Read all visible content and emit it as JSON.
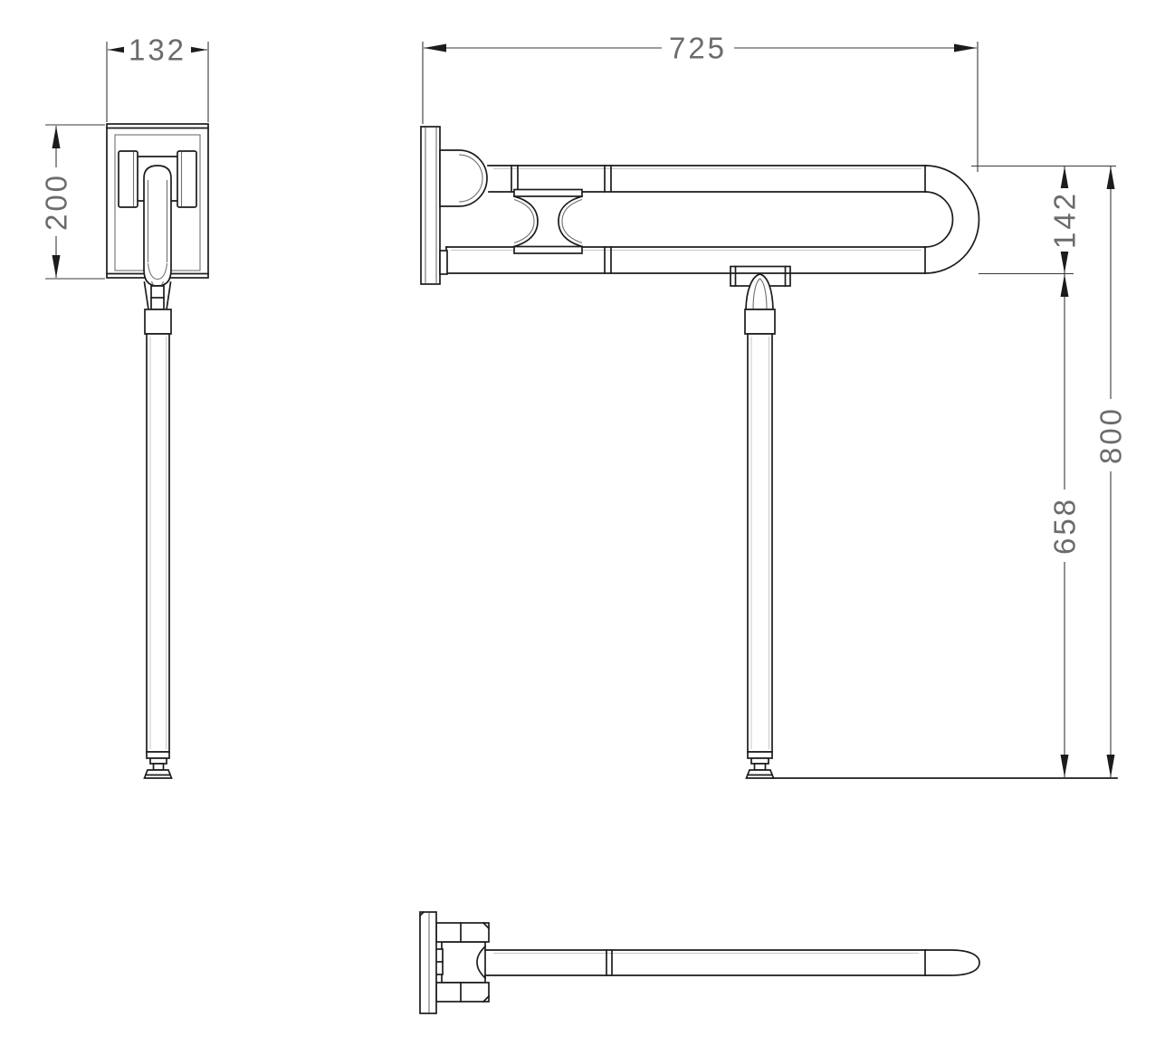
{
  "drawing": {
    "type": "technical-drawing",
    "background": "#ffffff",
    "line_color": "#1c1c1c",
    "dim_line_color": "#3a3a3a",
    "label_color": "#6b6b6b",
    "dims": {
      "front_width": "132",
      "front_height": "200",
      "side_length": "725",
      "rail_height": "142",
      "leg_height": "658",
      "overall_height": "800"
    }
  }
}
